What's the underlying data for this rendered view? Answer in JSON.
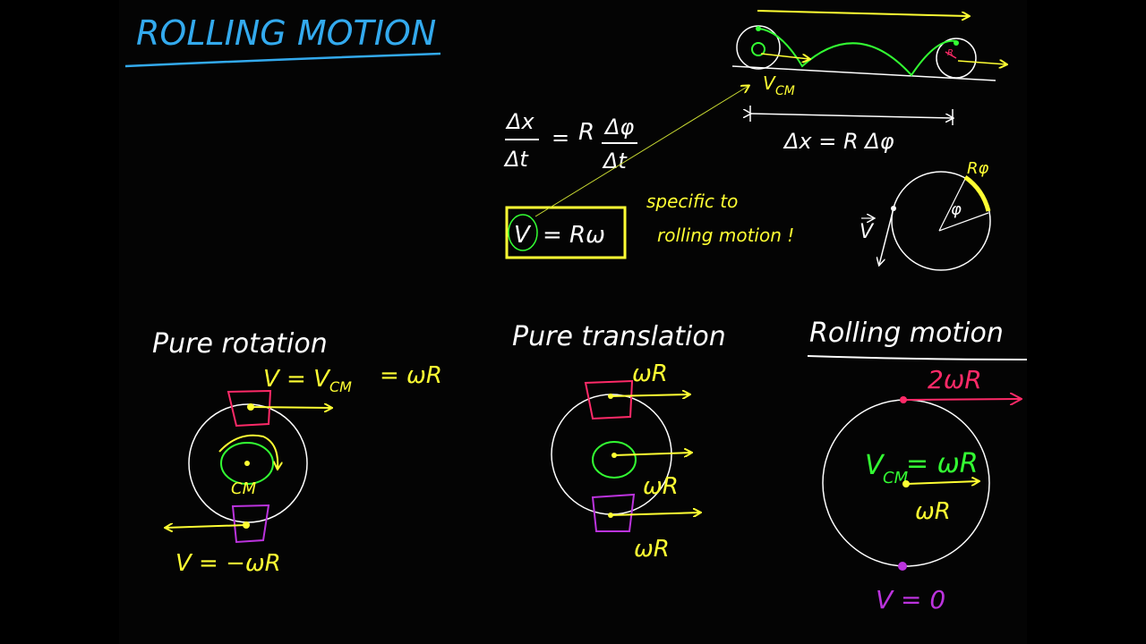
{
  "colors": {
    "frame": "#000000",
    "board": "#040404",
    "white": "#ffffff",
    "yellow": "#ffff33",
    "green": "#33ff33",
    "pink": "#ff2a68",
    "purple": "#bb33dd",
    "blue": "#33aaee"
  },
  "title": "ROLLING MOTION",
  "top": {
    "eq_dx": "Δx",
    "eq_dt": "Δt",
    "eq_eq": "=",
    "eq_r": "R",
    "eq_dphi": "Δφ",
    "eq_dt2": "Δt",
    "boxed_v": "V",
    "boxed_rest": "= Rω",
    "specific_line1": "specific to",
    "specific_line2": "rolling motion !",
    "vcm_v": "V",
    "vcm_sub": "CM",
    "dx_eq": "Δx = R Δφ",
    "r_small": "R",
    "rphi": "Rφ",
    "phi": "φ",
    "v_vec": "V"
  },
  "pure_rotation": {
    "heading": "Pure rotation",
    "top_eq": "V = V",
    "top_eq_sub": "CM",
    "top_eq_end": "= ωR",
    "cm": "CM",
    "bottom_eq": "V = −ωR"
  },
  "pure_translation": {
    "heading": "Pure translation",
    "top": "ωR",
    "mid": "ωR",
    "bottom": "ωR"
  },
  "rolling_motion": {
    "heading": "Rolling motion",
    "top": "2ωR",
    "center_v": "V",
    "center_sub": "CM",
    "center_end": "= ωR",
    "mid": "ωR",
    "bottom": "V = 0"
  }
}
